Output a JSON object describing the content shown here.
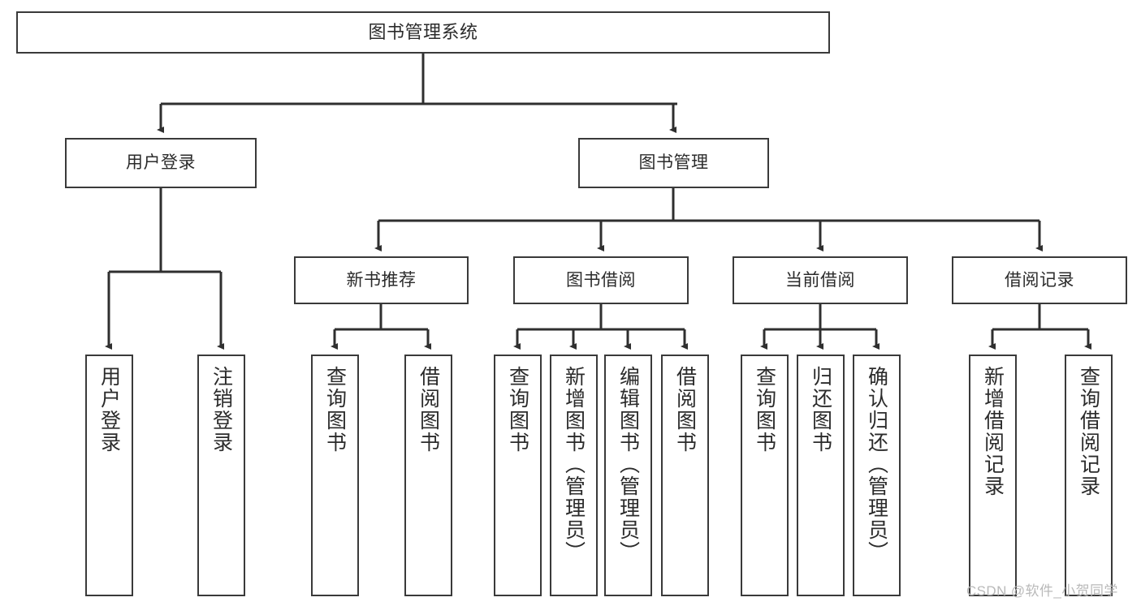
{
  "diagram": {
    "title": "图书管理系统",
    "type": "hierarchy-tree",
    "root": {
      "label": "图书管理系统"
    },
    "level2": [
      {
        "label": "用户登录"
      },
      {
        "label": "图书管理"
      }
    ],
    "level3": [
      {
        "label": "新书推荐"
      },
      {
        "label": "图书借阅"
      },
      {
        "label": "当前借阅"
      },
      {
        "label": "借阅记录"
      }
    ],
    "leaves": [
      {
        "label": "用户登录"
      },
      {
        "label": "注销登录"
      },
      {
        "label": "查询图书"
      },
      {
        "label": "借阅图书"
      },
      {
        "label": "查询图书"
      },
      {
        "label": "新增图书（管理员）"
      },
      {
        "label": "编辑图书（管理员）"
      },
      {
        "label": "借阅图书"
      },
      {
        "label": "查询图书"
      },
      {
        "label": "归还图书"
      },
      {
        "label": "确认归还（管理员）"
      },
      {
        "label": "新增借阅记录"
      },
      {
        "label": "查询借阅记录"
      }
    ]
  },
  "watermark": {
    "text": "CSDN @软件_小贺同学"
  },
  "colors": {
    "box_border": "#3a3a3a",
    "box_fill": "#ffffff",
    "edge": "#2f2f2f",
    "text": "#2b2b2b",
    "watermark": "#b9b9b9"
  }
}
